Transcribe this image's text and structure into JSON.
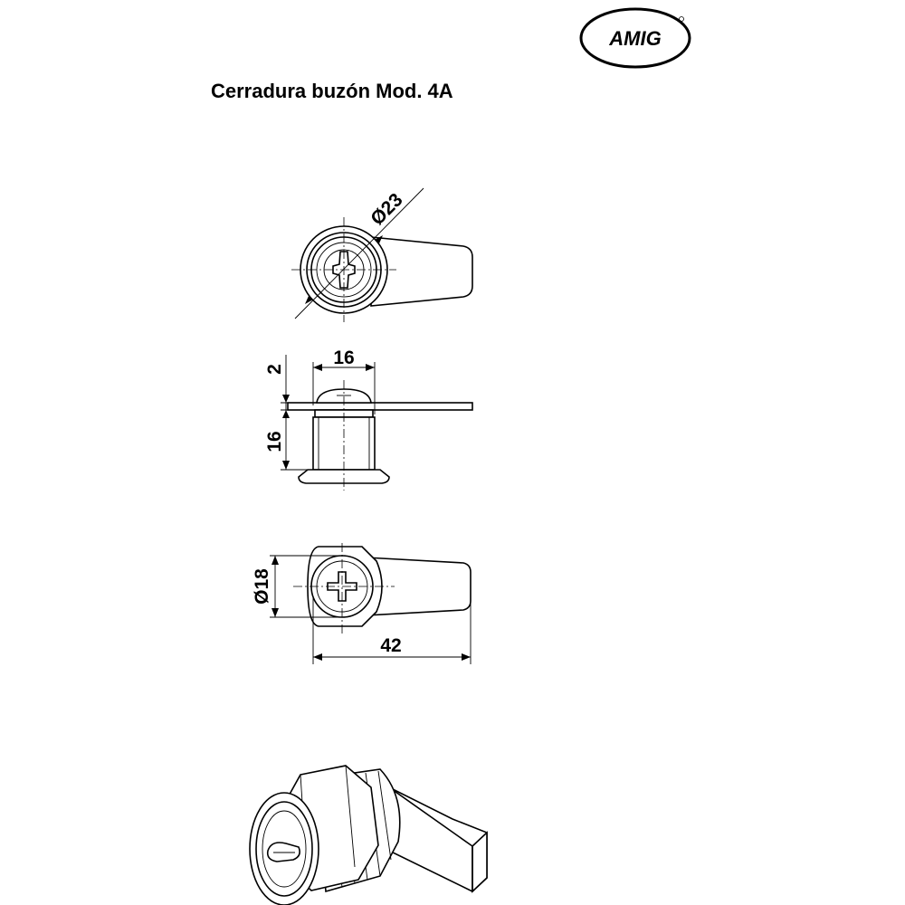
{
  "logo": {
    "text": "AMIG"
  },
  "title": "Cerradura buzón Mod. 4A",
  "dimensions": {
    "front_diameter": "Ø23",
    "side_width": "16",
    "side_top": "2",
    "side_height": "16",
    "back_diameter": "Ø18",
    "back_length": "42"
  },
  "views": [
    "front-view",
    "side-view",
    "back-view",
    "isometric-view"
  ]
}
